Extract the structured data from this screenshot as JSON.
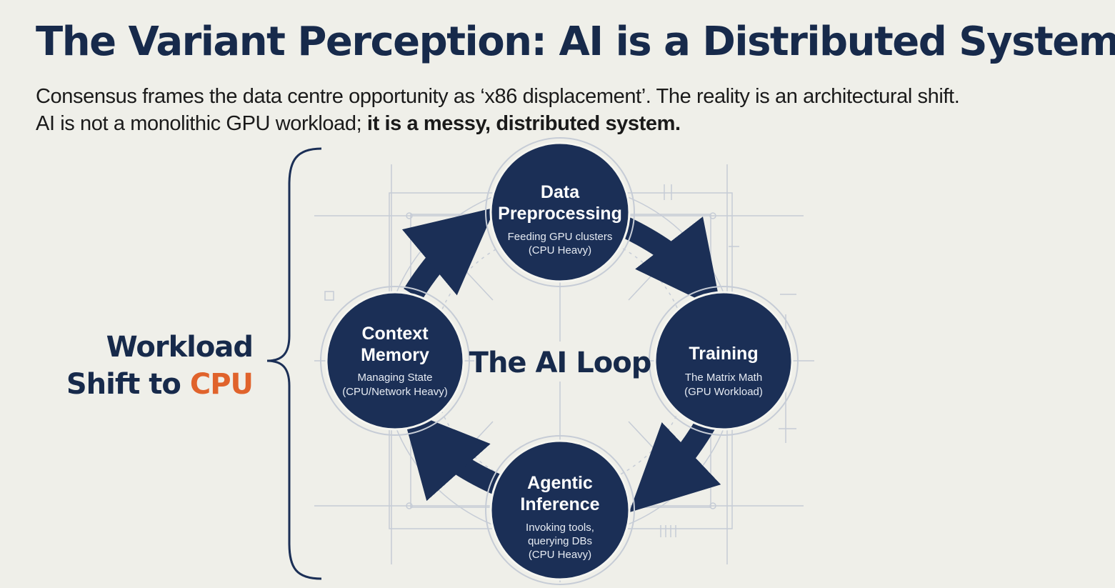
{
  "title": "The Variant Perception: AI is a Distributed System",
  "subtitle": {
    "line1": "Consensus frames the data centre opportunity as ‘x86 displacement’. The reality is an architectural shift.",
    "line2_plain": "AI is not a monolithic GPU workload; ",
    "line2_bold": "it is a messy, distributed system."
  },
  "side_label": {
    "line1": "Workload",
    "line2_prefix": "Shift to ",
    "line2_accent": "CPU"
  },
  "center_label": "The AI Loop",
  "nodes": {
    "data_preprocessing": {
      "title": [
        "Data",
        "Preprocessing"
      ],
      "desc": [
        "Feeding GPU clusters",
        "(CPU Heavy)"
      ]
    },
    "training": {
      "title": [
        "Training"
      ],
      "desc": [
        "The Matrix Math",
        "(GPU Workload)"
      ]
    },
    "agentic_inference": {
      "title": [
        "Agentic",
        "Inference"
      ],
      "desc": [
        "Invoking tools,",
        "querying DBs",
        "(CPU Heavy)"
      ]
    },
    "context_memory": {
      "title": [
        "Context",
        "Memory"
      ],
      "desc": [
        "Managing State",
        "(CPU/Network Heavy)"
      ]
    }
  },
  "colors": {
    "navy": "#1b2f56",
    "accent": "#e0632c",
    "background": "#efefe9",
    "grid": "#c6ccd6"
  }
}
